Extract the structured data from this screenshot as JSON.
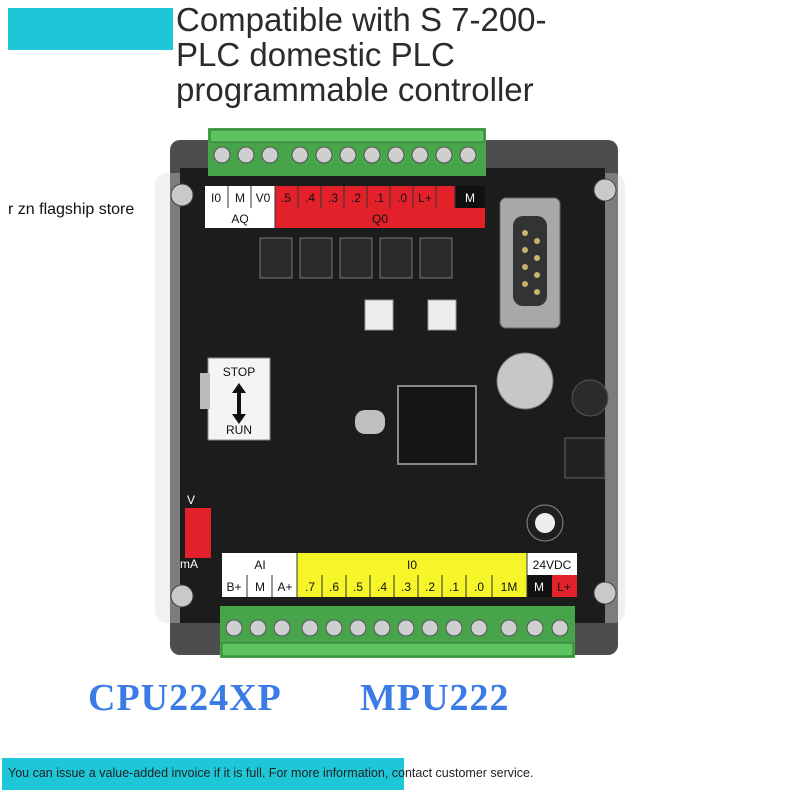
{
  "headline": {
    "line1": "Compatible with S 7-200-",
    "line2": "PLC domestic PLC",
    "line3": "programmable controller"
  },
  "store_label": "r zn flagship store",
  "board": {
    "top_labels": [
      "M",
      "L+",
      ".0",
      ".1",
      ".2",
      ".3",
      ".4",
      ".5",
      "V0",
      "M",
      "I0"
    ],
    "top_group_aq": "AQ",
    "top_group_q0": "Q0",
    "bottom_labels": [
      "B+",
      "M",
      "A+",
      ".7",
      ".6",
      ".5",
      ".4",
      ".3",
      ".2",
      ".1",
      ".0",
      "1M",
      "M",
      "L+"
    ],
    "bottom_group_ai": "AI",
    "bottom_group_i0": "I0",
    "bottom_group_dc": "24VDC",
    "switch_stop": "STOP",
    "switch_run": "RUN",
    "ma_label": "mA",
    "v_label": "V"
  },
  "models": {
    "left": "CPU224XP",
    "right": "MPU222"
  },
  "footer": {
    "text": "You can issue a value-added invoice if it is full. For more information, contact customer service."
  },
  "colors": {
    "accent": "#1dc7d8",
    "model_text": "#3b7be6",
    "terminal_green": "#4caf50",
    "label_red": "#e3212b",
    "label_yellow": "#f5f52a",
    "pcb": "#1c1c1c"
  }
}
